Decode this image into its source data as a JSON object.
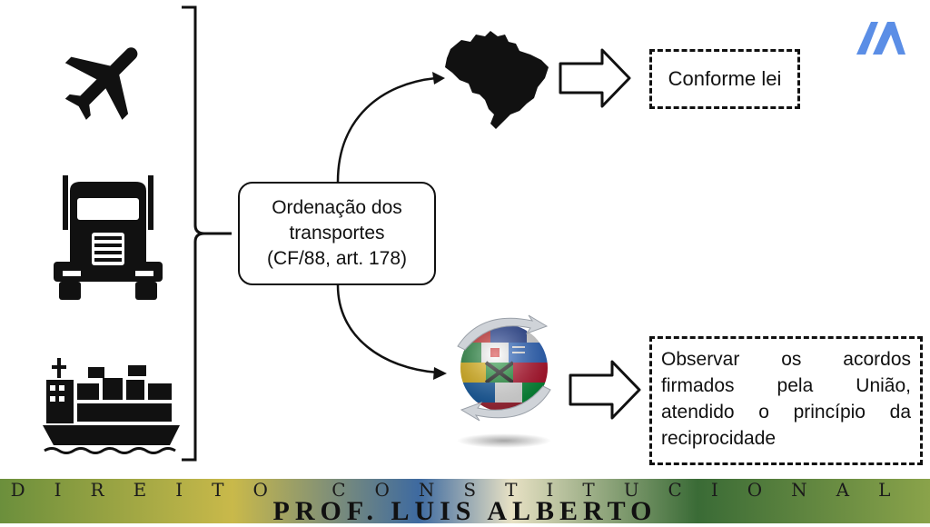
{
  "center": {
    "line1": "Ordenação dos",
    "line2": "transportes",
    "line3": "(CF/88, art. 178)"
  },
  "top_result": "Conforme lei",
  "bottom_result": {
    "line1": "Observar os acordos",
    "line2": "firmados pela União,",
    "line3": "atendido o princípio da",
    "line4": "reciprocidade"
  },
  "footer": {
    "line1": "DIREITO CONSTITUCIONAL",
    "line2": "PROF. LUIS ALBERTO"
  },
  "icons": [
    "airplane-icon",
    "truck-icon",
    "ship-icon",
    "brazil-map-icon",
    "globe-flags-icon",
    "logo-icon"
  ],
  "colors": {
    "logo": "#5b8ee6",
    "lines": "#111111"
  }
}
